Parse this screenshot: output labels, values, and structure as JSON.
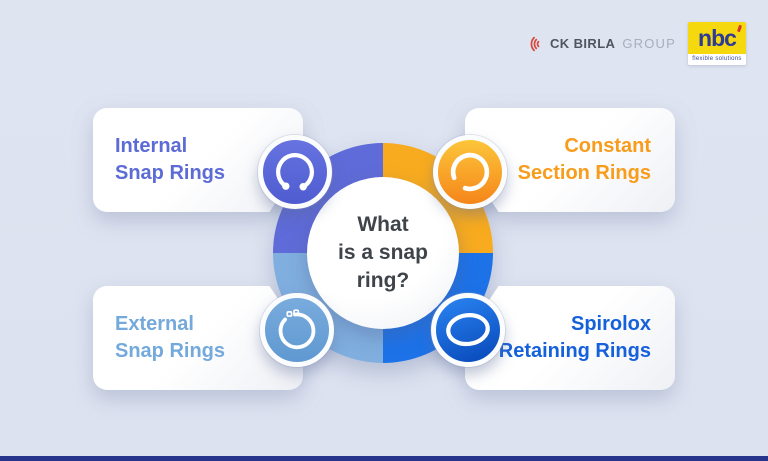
{
  "page": {
    "background_color": "#dce2f0",
    "bottom_bar_color": "#27348b"
  },
  "header": {
    "ck_birla": {
      "brand": "CK BIRLA",
      "group": "GROUP",
      "icon": "sound-arcs-icon",
      "icon_color": "#d8453a",
      "brand_color": "#50565f",
      "group_color": "#a7afbb"
    },
    "nbc": {
      "name": "nbc",
      "tagline": "flexible solutions",
      "box_color": "#f6d80e",
      "text_color": "#2c3b94",
      "accent_color": "#d3392c"
    }
  },
  "center": {
    "question": "What\nis a snap\nring?",
    "text_color": "#3f444b"
  },
  "wheel": {
    "quadrants": [
      {
        "position": "top-left",
        "color": "#5f6bd8",
        "item": "Internal Snap Rings"
      },
      {
        "position": "top-right",
        "color": "#f8ab1e",
        "item": "Constant Section Rings"
      },
      {
        "position": "bottom-right",
        "color": "#1d72e8",
        "item": "Spirolox Retaining Rings"
      },
      {
        "position": "bottom-left",
        "color": "#7faedf",
        "item": "External Snap Rings"
      }
    ]
  },
  "items": [
    {
      "id": "internal",
      "label": "Internal\nSnap Rings",
      "text_color": "#5c6bd5",
      "icon": "internal-snap-ring-icon",
      "icon_bg": "#5b68db"
    },
    {
      "id": "constant",
      "label": "Constant\nSection Rings",
      "text_color": "#f89c1c",
      "icon": "constant-section-ring-icon",
      "icon_bg": "#f9a11f"
    },
    {
      "id": "external",
      "label": "External\nSnap Rings",
      "text_color": "#74a9dc",
      "icon": "external-snap-ring-icon",
      "icon_bg": "#6ea5da"
    },
    {
      "id": "spirolox",
      "label": "Spirolox\nRetaining Rings",
      "text_color": "#1560db",
      "icon": "spirolox-retaining-ring-icon",
      "icon_bg": "#0e60d2"
    }
  ]
}
